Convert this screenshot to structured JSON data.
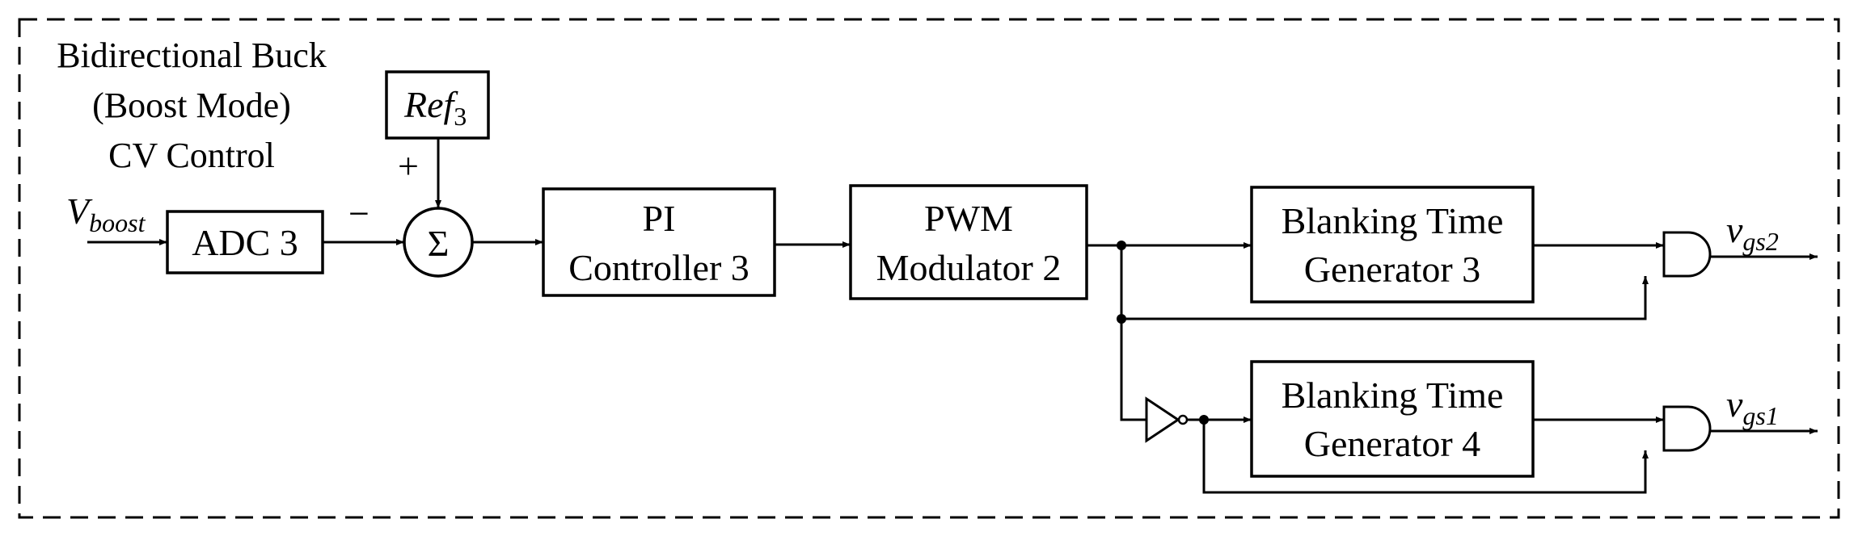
{
  "title": {
    "line1": "Bidirectional Buck",
    "line2": "(Boost Mode)",
    "line3": "CV Control"
  },
  "input": {
    "main": "V",
    "sub": "boost"
  },
  "reference": {
    "main": "Ref",
    "sub": "3"
  },
  "summer": {
    "symbol": "Σ",
    "plus": "+",
    "minus": "−"
  },
  "blocks": {
    "adc": "ADC 3",
    "pi": {
      "line1": "PI",
      "line2": "Controller 3"
    },
    "pwm": {
      "line1": "PWM",
      "line2": "Modulator 2"
    },
    "blank3": {
      "line1": "Blanking Time",
      "line2": "Generator 3"
    },
    "blank4": {
      "line1": "Blanking Time",
      "line2": "Generator 4"
    }
  },
  "outputs": {
    "vgs2": {
      "main": "v",
      "sub": "gs2"
    },
    "vgs1": {
      "main": "v",
      "sub": "gs1"
    }
  }
}
